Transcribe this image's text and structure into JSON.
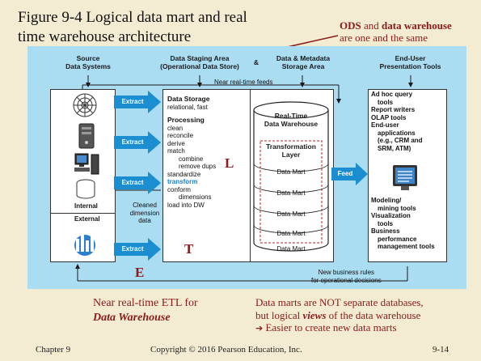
{
  "slide": {
    "title_line1": "Figure 9-4 Logical data mart and real",
    "title_line2": "time warehouse architecture",
    "callout": {
      "ods": "ODS",
      "and": " and ",
      "dw": "data warehouse",
      "line2": "are one and the same"
    },
    "bottom_left": {
      "line1": "Near real-time ETL for",
      "line2": "Data Warehouse"
    },
    "bottom_right": {
      "line1": "Data marts are NOT separate databases,",
      "line2_pre": "but logical ",
      "line2_em": "views",
      "line2_post": " of the data warehouse",
      "line3": "Easier to create new data marts"
    },
    "footer": {
      "chapter": "Chapter 9",
      "copyright": "Copyright © 2016 Pearson Education, Inc.",
      "page": "9-14"
    }
  },
  "diagram": {
    "headers": {
      "source": [
        "Source",
        "Data Systems"
      ],
      "staging": [
        "Data Staging Area",
        "(Operational Data Store)"
      ],
      "metadata": [
        "Data & Metadata",
        "Storage Area"
      ],
      "enduser": [
        "End-User",
        "Presentation Tools"
      ],
      "amp": "&"
    },
    "near_realtime_feeds": "Near real-time feeds",
    "extract_label": "Extract",
    "source_labels": {
      "internal": "Internal",
      "external": "External"
    },
    "cleaned_dim": [
      "Cleaned",
      "dimension",
      "data"
    ],
    "staging": {
      "storage_title": "Data Storage",
      "storage_sub": "relational, fast",
      "processing_title": "Processing",
      "steps": [
        "clean",
        "reconcile",
        "derive",
        "match",
        "combine",
        "remove dups",
        "standardize",
        "transform",
        "conform",
        "dimensions",
        "load into DW"
      ]
    },
    "warehouse": {
      "title": [
        "Real-Time",
        "Data Warehouse"
      ],
      "layer": [
        "Transformation",
        "Layer"
      ],
      "marts": [
        "Data Mart",
        "Data Mart",
        "Data Mart",
        "Data Mart",
        "Data Mart"
      ]
    },
    "feed_label": "Feed",
    "tools": {
      "adhoc": [
        "Ad hoc query",
        "tools"
      ],
      "report": "Report writers",
      "olap": "OLAP tools",
      "enduser_apps": [
        "End-user",
        "applications",
        "(e.g., CRM and",
        "SRM, ATM)"
      ],
      "modeling": [
        "Modeling/",
        "mining tools"
      ],
      "visual": [
        "Visualization",
        "tools"
      ],
      "bpm": [
        "Business",
        "performance",
        "management tools"
      ]
    },
    "business_rules": [
      "New business rules",
      "for operational decisions"
    ],
    "letters": {
      "L": "L",
      "T": "T",
      "E": "E"
    },
    "colors": {
      "panel": "#aadcf2",
      "arrow": "#1a8ed0",
      "accent": "#8b1a1a",
      "background": "#f3ecd2",
      "transform_text": "#1a7fd0"
    }
  }
}
